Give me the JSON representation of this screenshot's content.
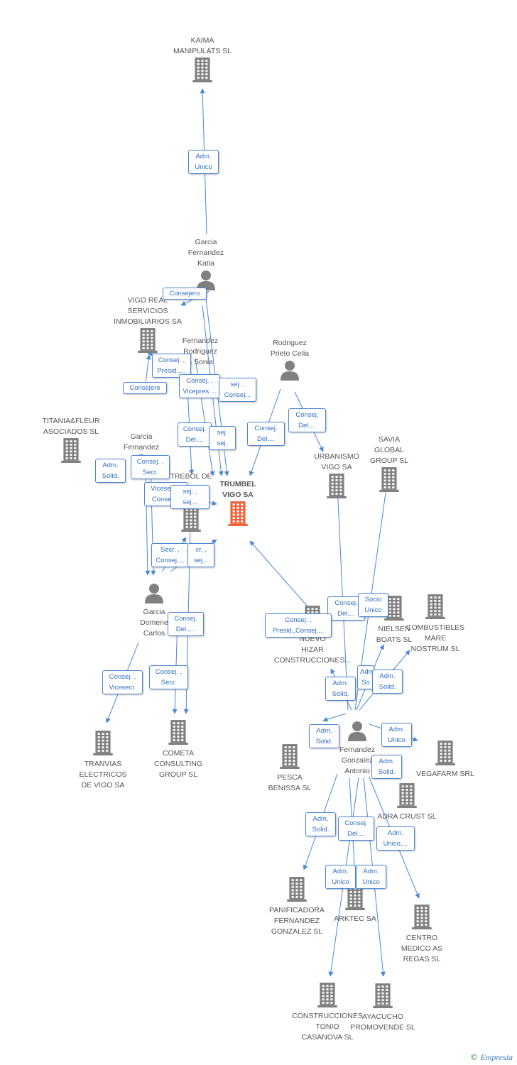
{
  "colors": {
    "edge": "#4a86d4",
    "company": "#808080",
    "center": "#f0643c",
    "person": "#808080"
  },
  "nodes": [
    {
      "id": "kaima",
      "kind": "company",
      "label": "KAIMA\nMANIPULATS  SL"
    },
    {
      "id": "katia",
      "kind": "person",
      "label": "Garcia\nFernandez\nKatia"
    },
    {
      "id": "vigoreal",
      "kind": "company",
      "label": "VIGO REAL\nSERVICIOS\nINMOBILIARIOS SA"
    },
    {
      "id": "sonia",
      "kind": "person",
      "label": "Fernandez\nRodriguez\na Sonia"
    },
    {
      "id": "celia",
      "kind": "person",
      "label": "Rodriguez\nPrieto Celia"
    },
    {
      "id": "titania",
      "kind": "company",
      "label": "TITANIA&FLEUR\nASOCIADOS  SL"
    },
    {
      "id": "garciaf",
      "kind": "person",
      "label": "Garcia\nFernandez"
    },
    {
      "id": "trebol",
      "kind": "company",
      "label": "TREBOL DE"
    },
    {
      "id": "trumbel",
      "kind": "center",
      "label": "TRUMBEL\nVIGO SA"
    },
    {
      "id": "urbanismo",
      "kind": "company",
      "label": "URBANISMO\nVIGO SA"
    },
    {
      "id": "savia",
      "kind": "company",
      "label": "SAVIA\nGLOBAL\nGROUP SL"
    },
    {
      "id": "carlos",
      "kind": "person",
      "label": "Garcia\nDomene\nCarlos"
    },
    {
      "id": "nuevo",
      "kind": "company",
      "label": "NUEVO\nHIZAR\nCONSTRUCCIONES..."
    },
    {
      "id": "nielsen",
      "kind": "company",
      "label": "NIELSEN\nBOATS SL"
    },
    {
      "id": "combustibles",
      "kind": "company",
      "label": "COMBUSTIBLES\nMARE\nNOSTRUM  SL"
    },
    {
      "id": "tranvias",
      "kind": "company",
      "label": "TRANVIAS\nELECTRICOS\nDE VIGO SA"
    },
    {
      "id": "cometa",
      "kind": "company",
      "label": "COMETA\nCONSULTING\nGROUP  SL"
    },
    {
      "id": "antonio",
      "kind": "person",
      "label": "Fernandez\nGonzalez\nAntonio"
    },
    {
      "id": "pesca",
      "kind": "company",
      "label": "PESCA\nBENISSA  SL"
    },
    {
      "id": "vegafarm",
      "kind": "company",
      "label": "VEGAFARM SRL"
    },
    {
      "id": "adra",
      "kind": "company",
      "label": "ADRA CRUST SL"
    },
    {
      "id": "panificadora",
      "kind": "company",
      "label": "PANIFICADORA\nFERNANDEZ\nGONZALEZ SL"
    },
    {
      "id": "arktec",
      "kind": "company",
      "label": "ARKTEC SA"
    },
    {
      "id": "centro",
      "kind": "company",
      "label": "CENTRO\nMEDICO AS\nREGAS SL"
    },
    {
      "id": "construcciones",
      "kind": "company",
      "label": "CONSTRUCCIONES\nTONIO\nCASANOVA SL"
    },
    {
      "id": "ayacucho",
      "kind": "company",
      "label": "AYACUCHO\nPROMOVENDE SL"
    }
  ],
  "badges": [
    {
      "id": "b1",
      "text": "Adm.\nUnico"
    },
    {
      "id": "b2",
      "text": "Consejero"
    },
    {
      "id": "b3",
      "text": "Consej. ,\nPresid.,..."
    },
    {
      "id": "b4",
      "text": "Consejero"
    },
    {
      "id": "b5",
      "text": "Consej. ,\nVicepres...."
    },
    {
      "id": "b6",
      "text": "sej. ,\nConsej..."
    },
    {
      "id": "b7",
      "text": "Consej.\nDel...."
    },
    {
      "id": "b8",
      "text": "Consej.\nDel...."
    },
    {
      "id": "b9",
      "text": "Consej.\nDel...."
    },
    {
      "id": "b10",
      "text": "sej.\nsej."
    },
    {
      "id": "b11",
      "text": "Adm.\nSolid."
    },
    {
      "id": "b12",
      "text": "Consej. ,\nSecr."
    },
    {
      "id": "b13",
      "text": "Vicesecr. ,\nConsej...."
    },
    {
      "id": "b14",
      "text": "sej. ,\nsej..."
    },
    {
      "id": "b15",
      "text": "Secr. ,\nConsej...."
    },
    {
      "id": "b16",
      "text": "cr. ,\nsej..."
    },
    {
      "id": "b17",
      "text": "Consej.\nDel.,..."
    },
    {
      "id": "b18",
      "text": "Consej. ,\nVicesecr."
    },
    {
      "id": "b19",
      "text": "Consej. ,\nSecr."
    },
    {
      "id": "b20",
      "text": "Consej.\nDel...."
    },
    {
      "id": "b21",
      "text": "Socio\nUnico"
    },
    {
      "id": "b22",
      "text": "Consej. ,\nPresid.,Consej...."
    },
    {
      "id": "b23",
      "text": "Adm.\nSolid."
    },
    {
      "id": "b24",
      "text": "Adm.\nSo"
    },
    {
      "id": "b25",
      "text": "Adm.\nSolid."
    },
    {
      "id": "b26",
      "text": "Adm.\nSolid."
    },
    {
      "id": "b27",
      "text": "Adm.\nUnico"
    },
    {
      "id": "b28",
      "text": "Adm.\nSolid."
    },
    {
      "id": "b29",
      "text": "Adm.\nSolid."
    },
    {
      "id": "b30",
      "text": "Consej.\nDel...."
    },
    {
      "id": "b31",
      "text": "Adm.\nUnico,..."
    },
    {
      "id": "b32",
      "text": "Adm.\nUnico"
    },
    {
      "id": "b33",
      "text": "Adm.\nUnico"
    }
  ],
  "brand": {
    "symbol": "©",
    "name": "Empresia"
  }
}
